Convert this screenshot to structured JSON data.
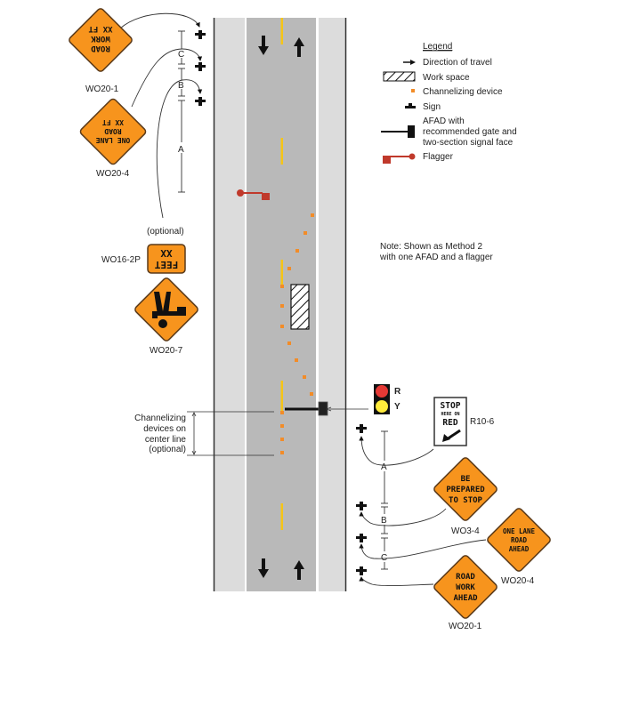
{
  "colors": {
    "road_lane": "#b9b9b9",
    "shoulder": "#dcdcdc",
    "edge_line": "#ffffff",
    "center_line": "#f5c518",
    "road_border": "#333333",
    "channelizing_device": "#f28c28",
    "flagger": "#c0392b",
    "warning_sign": "#f7941d",
    "sign_border": "#5a3a1a",
    "signal_red": "#e53935",
    "signal_yellow": "#ffeb3b",
    "ink": "#111111"
  },
  "legend": {
    "title": "Legend",
    "items": [
      {
        "symbol": "direction-arrow",
        "label": "Direction of travel"
      },
      {
        "symbol": "work-space",
        "label": "Work space"
      },
      {
        "symbol": "channelizing-device",
        "label": "Channelizing device"
      },
      {
        "symbol": "sign",
        "label": "Sign"
      },
      {
        "symbol": "afad",
        "label_lines": [
          "AFAD with",
          "recommended gate and",
          "two-section signal face"
        ]
      },
      {
        "symbol": "flagger",
        "label": "Flagger"
      }
    ]
  },
  "note": {
    "lines": [
      "Note: Shown as Method 2",
      "with one AFAD and a flagger"
    ]
  },
  "signs_left": [
    {
      "code": "WO20-1",
      "text": [
        "ROAD",
        "WORK",
        "XX FT"
      ],
      "orientation": "inverted"
    },
    {
      "code": "WO20-4",
      "text": [
        "ONE LANE",
        "ROAD",
        "XX FT"
      ],
      "orientation": "inverted"
    },
    {
      "code": "WO16-2P",
      "text": [
        "FEET",
        "XX"
      ],
      "orientation": "inverted",
      "qualifier": "(optional)"
    },
    {
      "code": "WO20-7",
      "text": [],
      "symbol": "flagger-symbol",
      "orientation": "inverted"
    }
  ],
  "signs_right": [
    {
      "code": "R10-6",
      "text": [
        "STOP",
        "HERE ON",
        "RED"
      ],
      "type": "regulatory"
    },
    {
      "code": "WO3-4",
      "text": [
        "BE",
        "PREPARED",
        "TO STOP"
      ]
    },
    {
      "code": "WO20-4",
      "text": [
        "ONE LANE",
        "ROAD",
        "AHEAD"
      ]
    },
    {
      "code": "WO20-1",
      "text": [
        "ROAD",
        "WORK",
        "AHEAD"
      ]
    }
  ],
  "signal": {
    "red_label": "R",
    "yellow_label": "Y"
  },
  "dimensions_left": [
    "C",
    "B",
    "A"
  ],
  "dimensions_right": [
    "A",
    "B",
    "C"
  ],
  "center_line_note": {
    "lines": [
      "Channelizing",
      "devices on",
      "center line",
      "(optional)"
    ]
  }
}
